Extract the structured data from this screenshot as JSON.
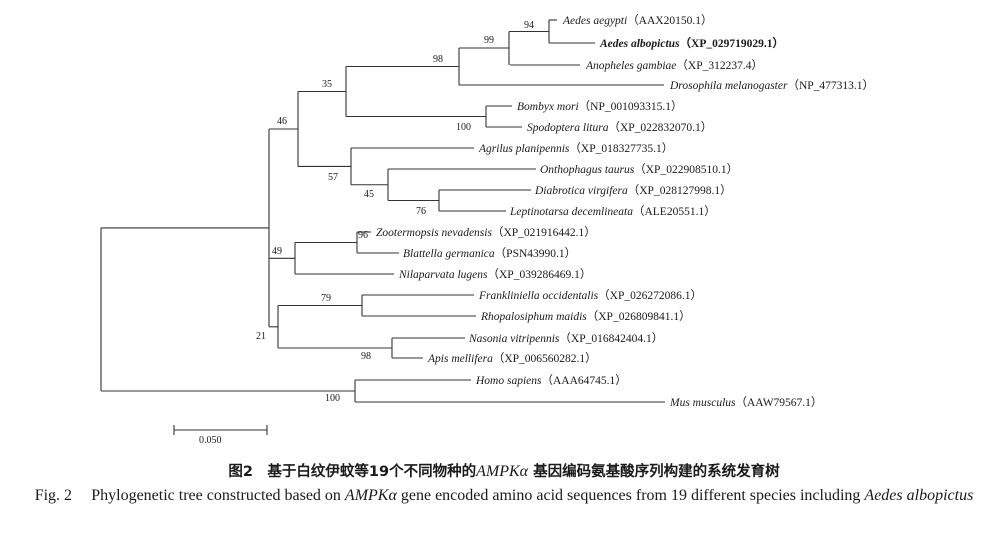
{
  "tree": {
    "leaves": [
      {
        "name": "Aedes aegypti",
        "accession": "（AAX20150.1）",
        "bold": false
      },
      {
        "name": "Aedes albopictus",
        "accession": "（XP_029719029.1）",
        "bold": true
      },
      {
        "name": "Anopheles gambiae",
        "accession": "（XP_312237.4）",
        "bold": false
      },
      {
        "name": "Drosophila melanogaster",
        "accession": "（NP_477313.1）",
        "bold": false
      },
      {
        "name": "Bombyx mori",
        "accession": "（NP_001093315.1）",
        "bold": false
      },
      {
        "name": "Spodoptera litura",
        "accession": "（XP_022832070.1）",
        "bold": false
      },
      {
        "name": "Agrilus planipennis",
        "accession": "（XP_018327735.1）",
        "bold": false
      },
      {
        "name": "Onthophagus taurus",
        "accession": "（XP_022908510.1）",
        "bold": false
      },
      {
        "name": "Diabrotica virgifera",
        "accession": "（XP_028127998.1）",
        "bold": false
      },
      {
        "name": "Leptinotarsa decemlineata",
        "accession": "（ALE20551.1）",
        "bold": false
      },
      {
        "name": "Zootermopsis nevadensis",
        "accession": "（XP_021916442.1）",
        "bold": false
      },
      {
        "name": "Blattella germanica",
        "accession": "（PSN43990.1）",
        "bold": false
      },
      {
        "name": "Nilaparvata lugens",
        "accession": "（XP_039286469.1）",
        "bold": false
      },
      {
        "name": "Frankliniella occidentalis",
        "accession": "（XP_026272086.1）",
        "bold": false
      },
      {
        "name": "Rhopalosiphum maidis",
        "accession": "（XP_026809841.1）",
        "bold": false
      },
      {
        "name": "Nasonia vitripennis",
        "accession": "（XP_016842404.1）",
        "bold": false
      },
      {
        "name": "Apis mellifera",
        "accession": "（XP_006560282.1）",
        "bold": false
      },
      {
        "name": "Homo sapiens",
        "accession": "（AAA64745.1）",
        "bold": false
      },
      {
        "name": "Mus musculus",
        "accession": "（AAW79567.1）",
        "bold": false
      }
    ],
    "support_values": [
      "94",
      "99",
      "98",
      "35",
      "100",
      "46",
      "57",
      "45",
      "76",
      "96",
      "49",
      "79",
      "21",
      "98",
      "100"
    ],
    "scale_bar": "0.050"
  },
  "caption": {
    "zh_prefix": "图2　基于白纹伊蚊等19个不同物种的",
    "zh_gene": "AMPKα",
    "zh_suffix": "基因编码氨基酸序列构建的系统发育树",
    "en_label": "Fig. 2",
    "en_text_1": "Phylogenetic tree constructed based on",
    "en_gene": "AMPKα",
    "en_text_2": "gene encoded amino acid sequences from 19 different species including",
    "en_species": "Aedes albopictus"
  }
}
